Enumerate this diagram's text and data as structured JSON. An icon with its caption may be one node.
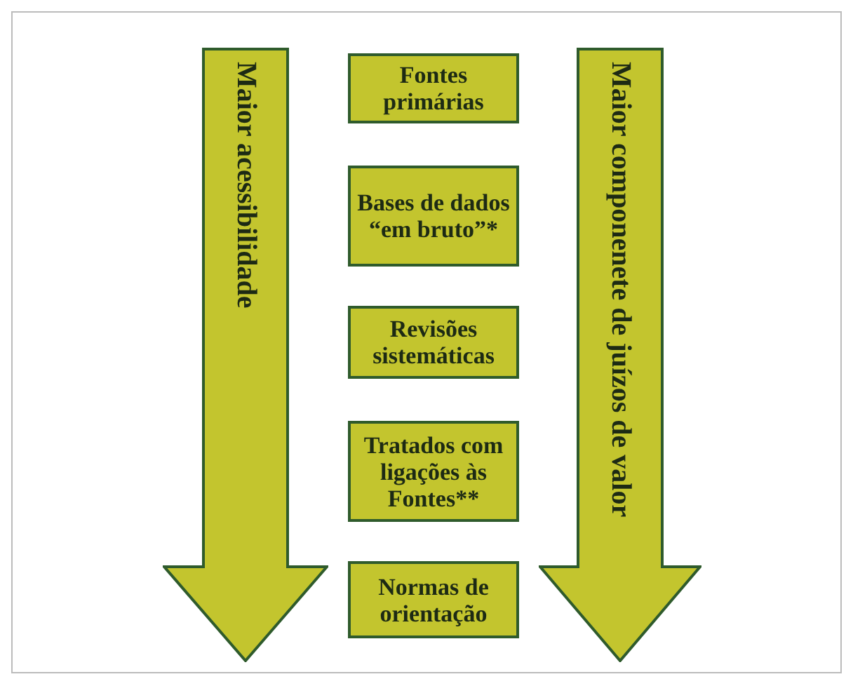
{
  "diagram": {
    "nodes": [
      {
        "text": [
          "Maior acessibilidade"
        ]
      },
      {
        "text": [
          "Fontes primárias"
        ]
      },
      {
        "text": [
          "Bases de dados “em bruto”*"
        ]
      },
      {
        "text": [
          "Revisões sistemáticas"
        ]
      },
      {
        "text": [
          "Tratados com ligações às Fontes**"
        ]
      },
      {
        "text": [
          "Normas de orientação"
        ]
      },
      {
        "text": [
          "Maior componenete de juízos de valor"
        ]
      }
    ]
  }
}
